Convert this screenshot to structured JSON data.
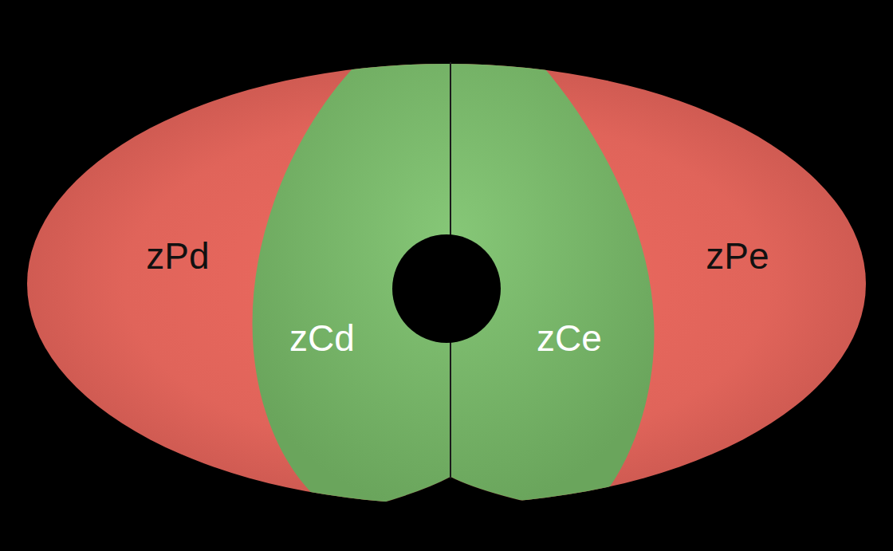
{
  "diagram": {
    "labels": [
      "zPd",
      "zCd",
      "zCe",
      "zPe"
    ]
  }
}
